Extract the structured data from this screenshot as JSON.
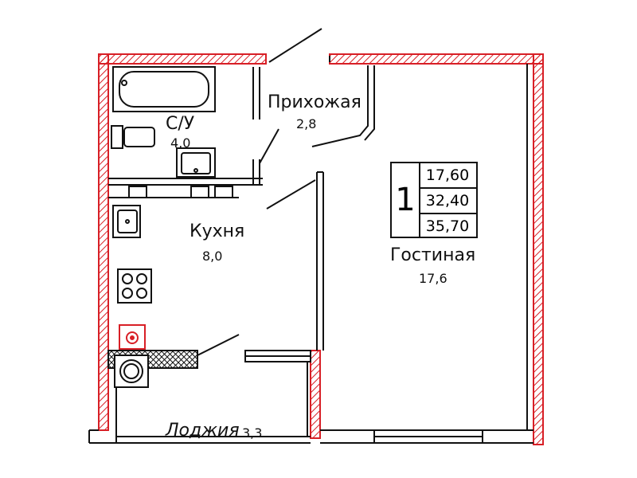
{
  "rooms": {
    "bathroom": {
      "name": "С/У",
      "area": "4,0"
    },
    "hallway": {
      "name": "Прихожая",
      "area": "2,8"
    },
    "kitchen": {
      "name": "Кухня",
      "area": "8,0"
    },
    "living": {
      "name": "Гостиная",
      "area": "17,6"
    },
    "loggia": {
      "name": "Лоджия",
      "area": "3,3"
    }
  },
  "summary": {
    "rooms_count": "1",
    "living_area": "17,60",
    "total_area": "32,40",
    "total_with_loggia": "35,70"
  },
  "colors": {
    "wall_outline": "#d81f26",
    "wall_hatch": "#d81f26",
    "lines": "#111111"
  }
}
